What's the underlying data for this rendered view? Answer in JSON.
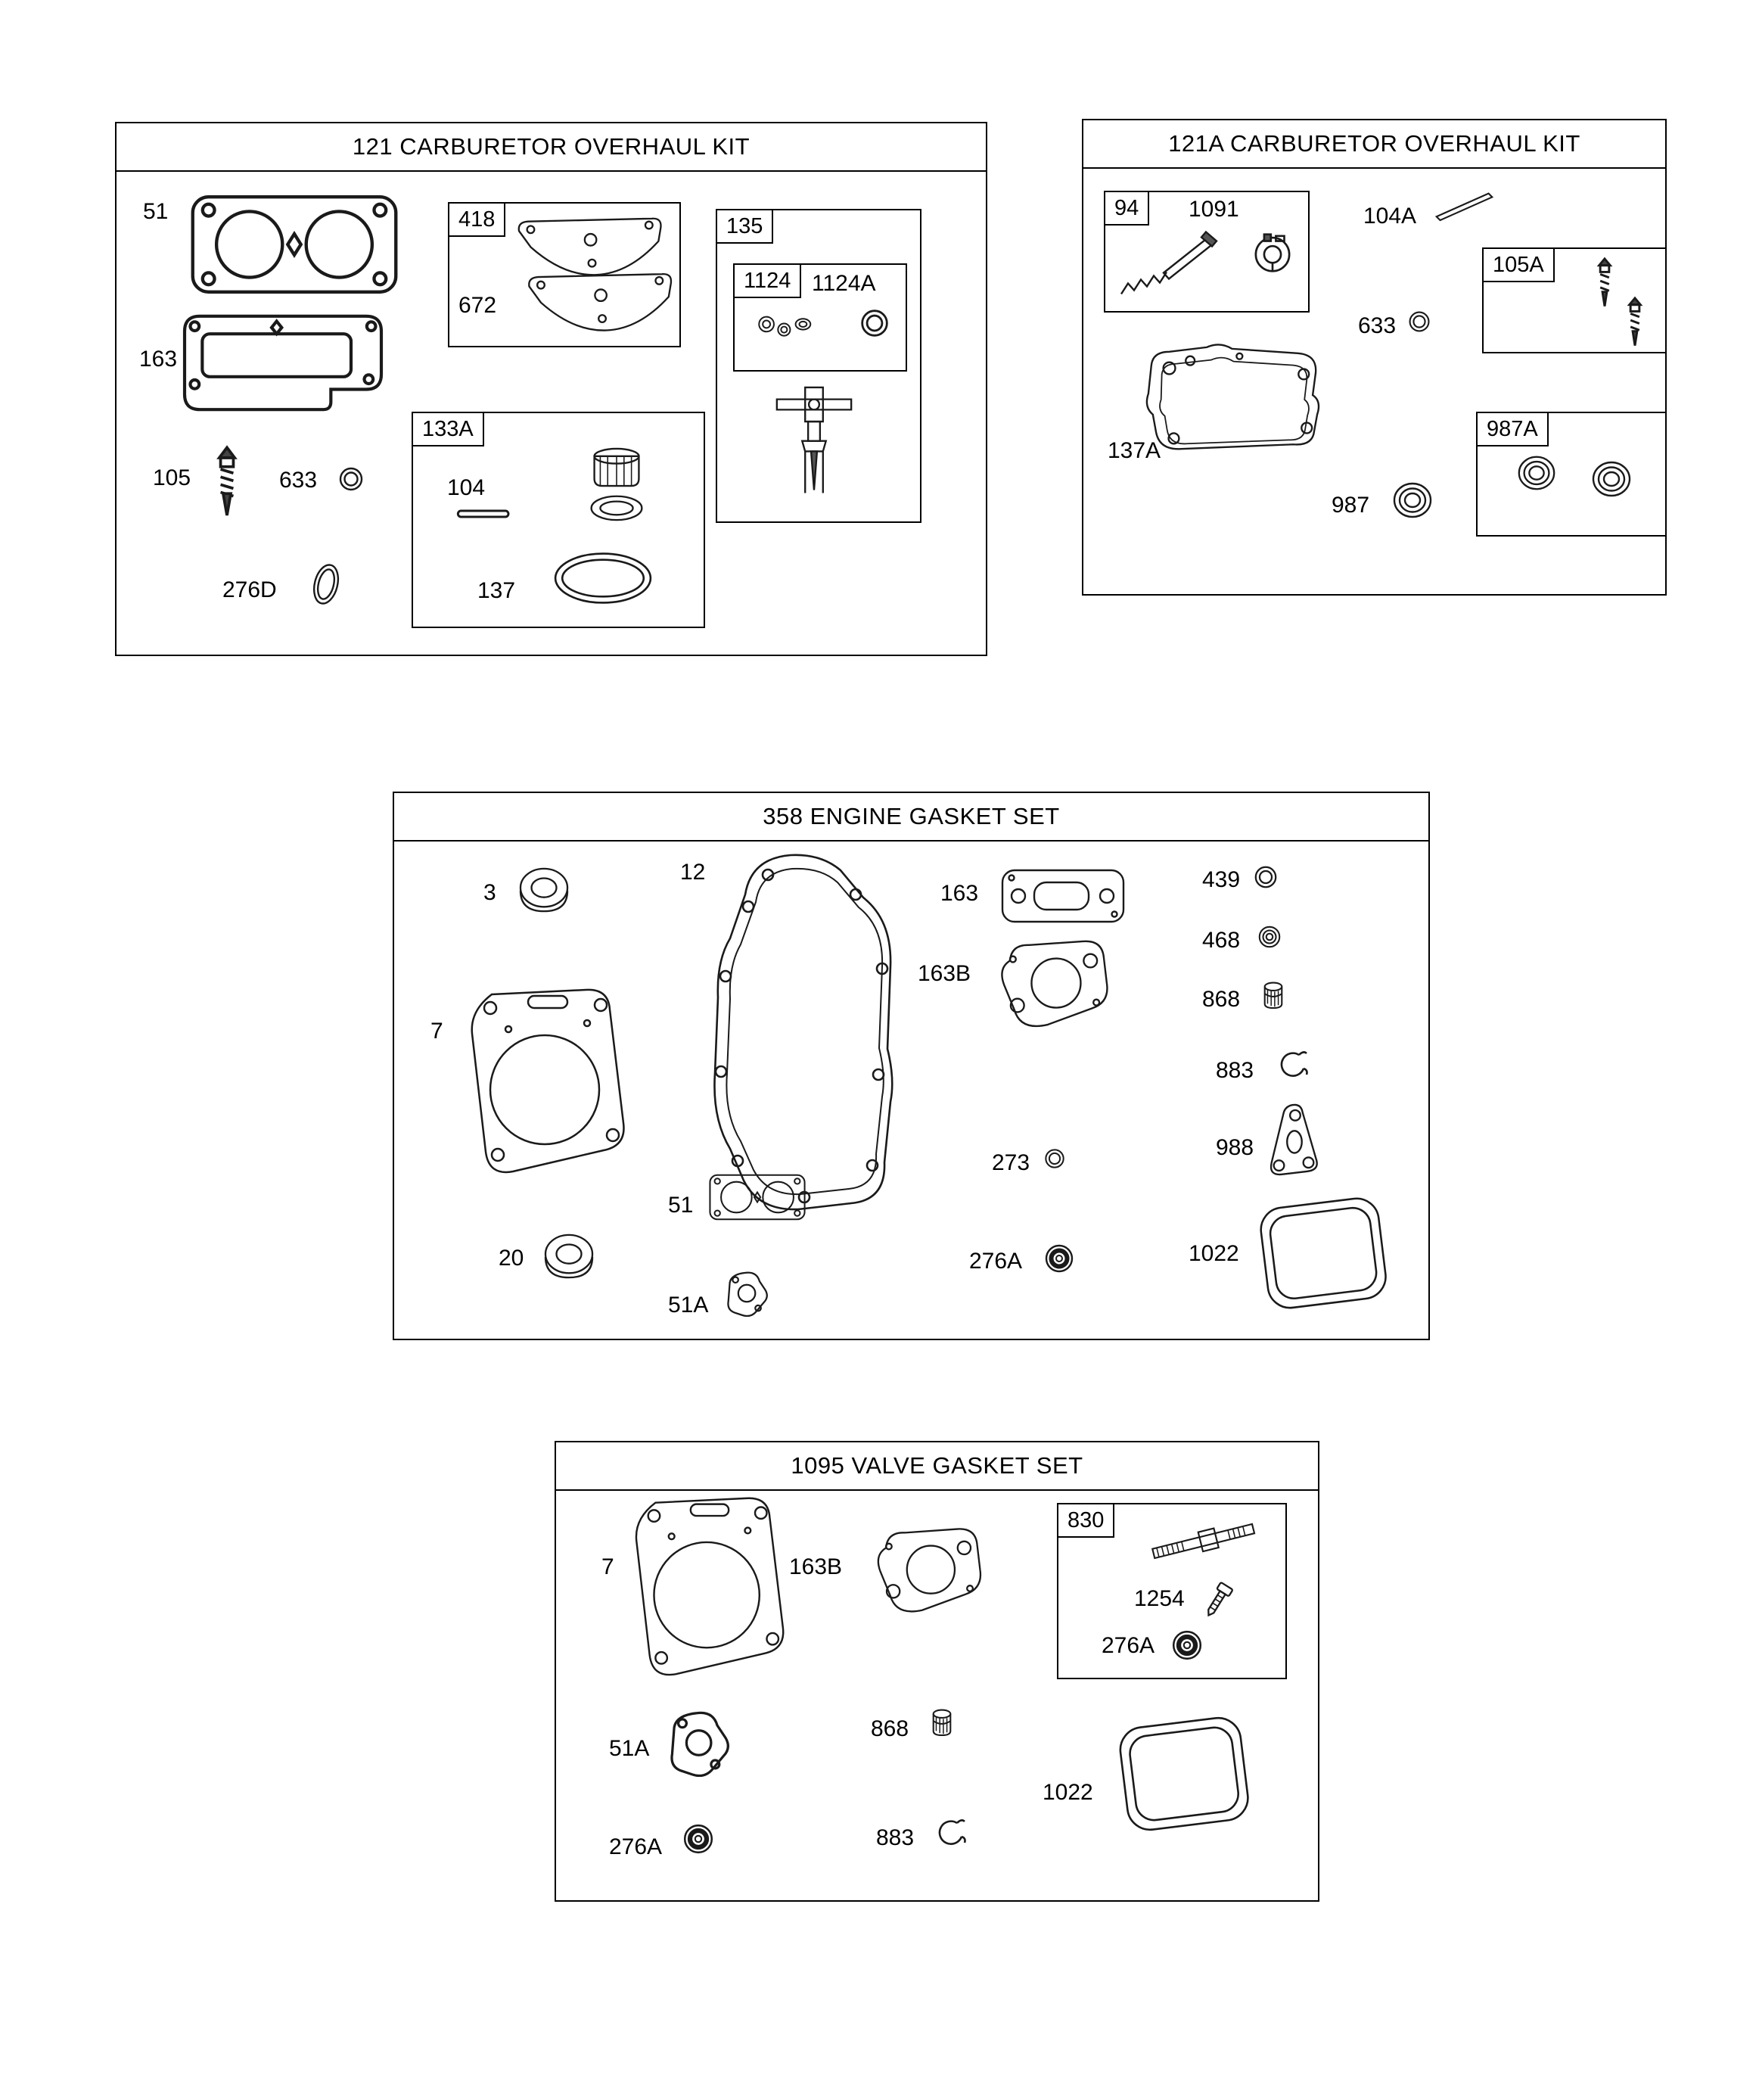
{
  "doc": {
    "kind": "engine-parts-diagram"
  },
  "sections": {
    "kit121": {
      "title": "121 CARBURETOR OVERHAUL KIT",
      "labels": {
        "p51": "51",
        "p163": "163",
        "p105": "105",
        "p633": "633",
        "p276D": "276D",
        "b418": "418",
        "p672": "672",
        "b135": "135",
        "b1124": "1124",
        "p1124A": "1124A",
        "b133A": "133A",
        "p104": "104",
        "p137": "137"
      }
    },
    "kit121A": {
      "title": "121A CARBURETOR OVERHAUL KIT",
      "labels": {
        "b94": "94",
        "p1091": "1091",
        "p104A": "104A",
        "b105A": "105A",
        "p633": "633",
        "p137A": "137A",
        "p987": "987",
        "b987A": "987A"
      }
    },
    "set358": {
      "title": "358 ENGINE GASKET SET",
      "labels": {
        "p3": "3",
        "p12": "12",
        "p7": "7",
        "p163": "163",
        "p163B": "163B",
        "p439": "439",
        "p468": "468",
        "p868": "868",
        "p883": "883",
        "p988": "988",
        "p273": "273",
        "p276A": "276A",
        "p1022": "1022",
        "p51": "51",
        "p20": "20",
        "p51A": "51A"
      }
    },
    "set1095": {
      "title": "1095 VALVE GASKET SET",
      "labels": {
        "p7": "7",
        "p163B": "163B",
        "b830": "830",
        "p1254": "1254",
        "p276A_kit": "276A",
        "p51A": "51A",
        "p868": "868",
        "p1022": "1022",
        "p276A": "276A",
        "p883": "883"
      }
    }
  }
}
